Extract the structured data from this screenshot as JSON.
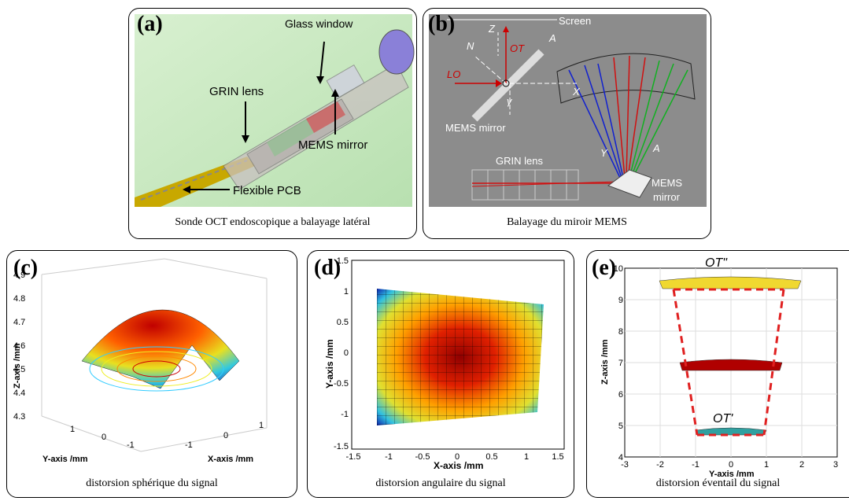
{
  "panels": {
    "a": {
      "label": "(a)",
      "caption": "Sonde OCT endoscopique a balayage latéral",
      "annotations": {
        "glass_window": "Glass window",
        "grin_lens": "GRIN lens",
        "mems_mirror": "MEMS mirror",
        "flexible_pcb": "Flexible PCB"
      }
    },
    "b": {
      "label": "(b)",
      "caption": "Balayage du miroir MEMS",
      "annotations": {
        "screen": "Screen",
        "z_axis": "Z",
        "ot": "OT",
        "a_axis": "A",
        "n_axis": "N",
        "lo": "LO",
        "x_axis": "X",
        "gamma": "γ",
        "mems_mirror_top": "MEMS mirror",
        "grin_lens": "GRIN lens",
        "y_axis": "Y",
        "a_axis2": "A",
        "mems": "MEMS",
        "mirror": "mirror"
      }
    },
    "c": {
      "label": "(c)",
      "caption": "distorsion sphérique du signal",
      "zlabel": "Z-axis /mm",
      "ylabel": "Y-axis /mm",
      "xlabel": "X-axis /mm",
      "zticks": [
        "4.9",
        "4.8",
        "4.7",
        "4.6",
        "4.5",
        "4.4",
        "4.3"
      ],
      "yticks": [
        "1",
        "0",
        "-1"
      ],
      "xticks": [
        "1",
        "0",
        "-1"
      ]
    },
    "d": {
      "label": "(d)",
      "caption": "distorsion angulaire du signal",
      "xlabel": "X-axis /mm",
      "ylabel": "Y-axis /mm",
      "yticks": [
        "1.5",
        "1",
        "0.5",
        "0",
        "-0.5",
        "-1",
        "-1.5"
      ],
      "xticks": [
        "-1.5",
        "-1",
        "-0.5",
        "0",
        "0.5",
        "1",
        "1.5"
      ]
    },
    "e": {
      "label": "(e)",
      "caption": "distorsion éventail du signal",
      "ylabel": "Z-axis /mm",
      "xlabel": "Y-axis /mm",
      "yticks": [
        "10",
        "9",
        "8",
        "7",
        "6",
        "5",
        "4"
      ],
      "xticks": [
        "-3",
        "-2",
        "-1",
        "0",
        "1",
        "2",
        "3"
      ],
      "top_label": "OT\"",
      "bottom_label": "OT'"
    }
  },
  "colors": {
    "grin_red": "#d21",
    "mems_red": "#c00",
    "surface_red": "#b00000",
    "dash_red": "#e02020"
  }
}
